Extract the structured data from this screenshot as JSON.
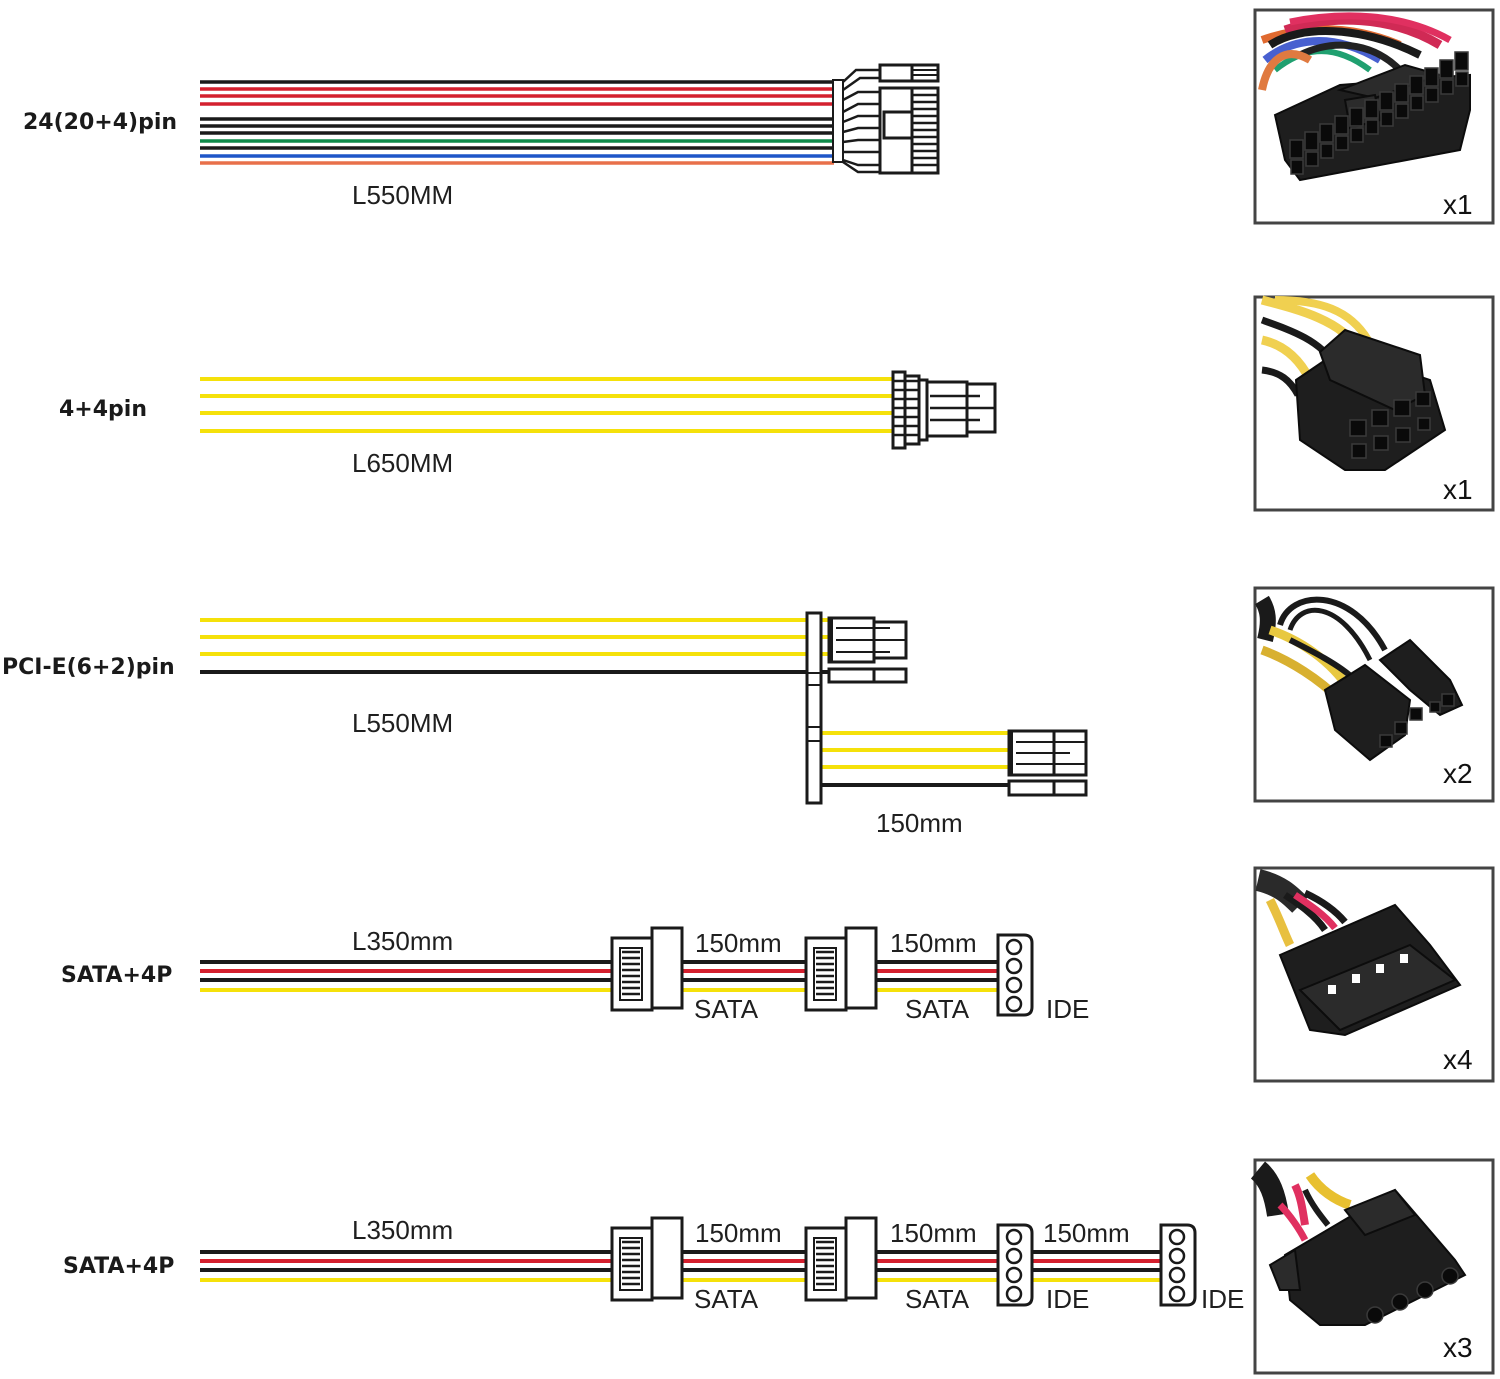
{
  "colors": {
    "black": "#1a1a1a",
    "red": "#d4202e",
    "green": "#0e8a4a",
    "blue": "#1e56c8",
    "orange": "#e8704a",
    "yellow": "#f5e10a"
  },
  "cables": [
    {
      "id": "atx24",
      "label": "24(20+4)pin",
      "length_label": "L550MM",
      "wires": [
        "black",
        "red",
        "red",
        "red",
        "black",
        "black",
        "black",
        "green",
        "black",
        "blue",
        "orange"
      ],
      "quantity_label": "x1",
      "photo": "atx-24pin-connector-photo"
    },
    {
      "id": "cpu44",
      "label": "4+4pin",
      "length_label": "L650MM",
      "wires": [
        "yellow",
        "yellow",
        "yellow",
        "yellow"
      ],
      "quantity_label": "x1",
      "photo": "cpu-8pin-connector-photo"
    },
    {
      "id": "pcie62",
      "label": "PCI-E(6+2)pin",
      "length_label": "L550MM",
      "branch_length_label": "150mm",
      "wires": [
        "yellow",
        "yellow",
        "yellow",
        "black"
      ],
      "branch_wires": [
        "yellow",
        "yellow",
        "yellow",
        "black"
      ],
      "quantity_label": "x2",
      "photo": "pcie-6plus2-connector-photo"
    },
    {
      "id": "sata1",
      "label": "SATA+4P",
      "length_label": "L350mm",
      "wires": [
        "black",
        "red",
        "black",
        "yellow"
      ],
      "segments": [
        {
          "length_label": "150mm",
          "connector_label": "SATA"
        },
        {
          "length_label": "150mm",
          "connector_label": "SATA"
        }
      ],
      "end_connector_label": "IDE",
      "quantity_label": "x4",
      "photo": "sata-connector-photo"
    },
    {
      "id": "sata2",
      "label": "SATA+4P",
      "length_label": "L350mm",
      "wires": [
        "black",
        "red",
        "black",
        "yellow"
      ],
      "segments": [
        {
          "length_label": "150mm",
          "connector_label": "SATA"
        },
        {
          "length_label": "150mm",
          "connector_label": "SATA"
        },
        {
          "length_label": "150mm",
          "connector_label": "IDE"
        }
      ],
      "end_connector_label": "IDE",
      "quantity_label": "x3",
      "photo": "molex-ide-connector-photo"
    }
  ]
}
